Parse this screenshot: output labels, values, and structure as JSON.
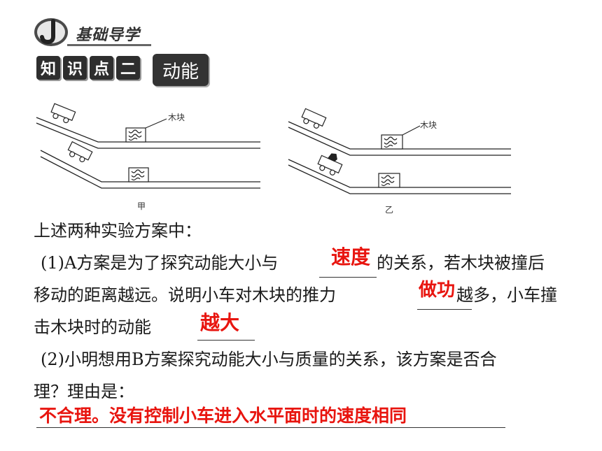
{
  "header": {
    "badge_letter": "J",
    "title": "基础导学",
    "knowledge_point_chars": [
      "知",
      "识",
      "点",
      "二"
    ],
    "topic": "动能"
  },
  "figure": {
    "block_label_left": "木块",
    "block_label_right": "木块",
    "caption_left": "甲",
    "caption_right": "乙"
  },
  "content": {
    "intro": "上述两种实验方案中：",
    "q1_line1_pre": "(1)A方案是为了探究动能大小与",
    "q1_line1_post": "的关系，若木块被撞后",
    "q1_line2_pre": "移动的距离越远。说明小车对木块的推力",
    "q1_line2_post": "越多，小车撞",
    "q1_line3_pre": "击木块时的动能",
    "q2_line1": "(2)小明想用B方案探究动能大小与质量的关系，该方案是否合",
    "q2_line2": "理？理由是："
  },
  "answers": {
    "a1": "速度",
    "a2": "做功",
    "a3": "越大",
    "a4": "不合理。没有控制小车进入水平面时的速度相同"
  },
  "colors": {
    "answer": "#e8150f",
    "header_dark": "#2e2e2e"
  }
}
